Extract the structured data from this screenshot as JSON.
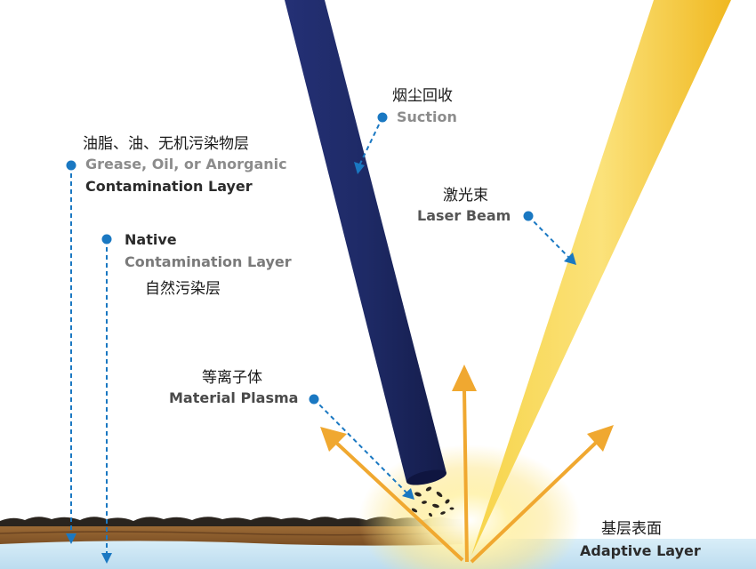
{
  "labels": {
    "grease_cn": "油脂、油、无机污染物层",
    "grease_en_1": "Grease, Oil, or Anorganic",
    "grease_en_2": "Contamination Layer",
    "native_en_1": "Native",
    "native_en_2": "Contamination Layer",
    "native_cn": "自然污染层",
    "suction_cn": "烟尘回收",
    "suction_en": "Suction",
    "laser_cn": "激光束",
    "laser_en": "Laser Beam",
    "plasma_cn": "等离子体",
    "plasma_en": "Material Plasma",
    "adaptive_cn": "基层表面",
    "adaptive_en": "Adaptive Layer"
  },
  "colors": {
    "suction_tube": "#1e2a66",
    "laser_beam": "#f5c518",
    "arrows": "#f0a830",
    "callout": "#1a78c2",
    "soil": "#8a5a2b",
    "contamination": "#2a241e",
    "substrate": "#cfe6f3"
  }
}
